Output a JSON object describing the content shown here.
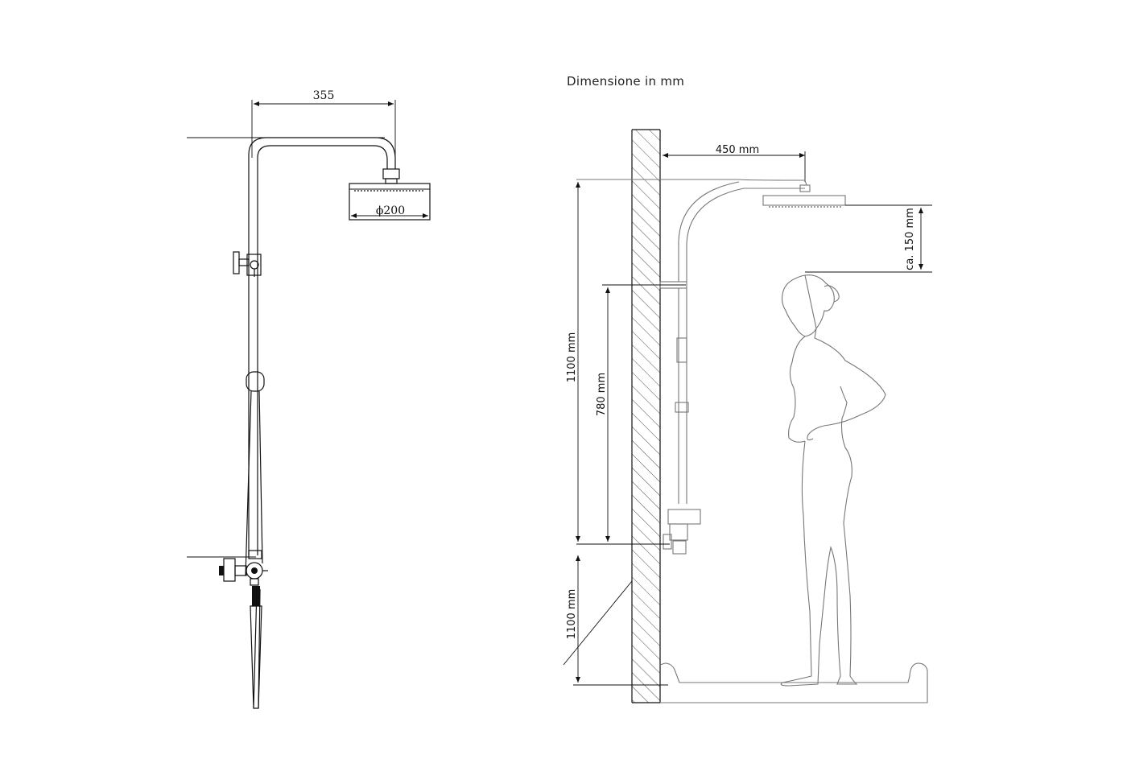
{
  "title": "Dimensione in mm",
  "left_view": {
    "arm_width_label": "355",
    "head_diameter_label": "ϕ200"
  },
  "right_view": {
    "arm_projection_label": "450  mm",
    "head_clearance_label": "ca. 150 mm",
    "total_rail_height_label": "1100  mm",
    "rail_length_label": "780  mm",
    "mixer_height_label": "1100 mm"
  }
}
